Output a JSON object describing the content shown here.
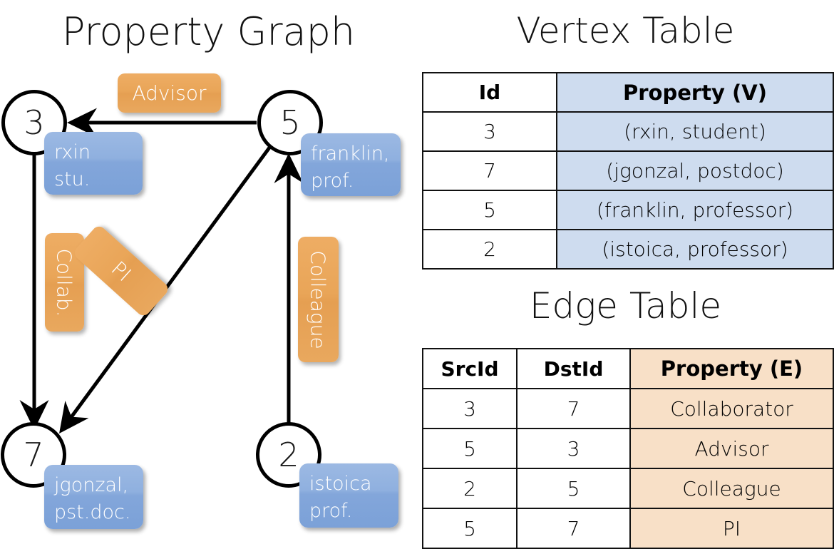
{
  "titles": {
    "property_graph": "Property Graph",
    "vertex_table": "Vertex Table",
    "edge_table": "Edge Table"
  },
  "graph": {
    "nodes": [
      {
        "id": "3",
        "label": "3",
        "property_lines": [
          "rxin",
          "stu."
        ]
      },
      {
        "id": "5",
        "label": "5",
        "property_lines": [
          "franklin,",
          "prof."
        ]
      },
      {
        "id": "7",
        "label": "7",
        "property_lines": [
          "jgonzal,",
          "pst.doc."
        ]
      },
      {
        "id": "2",
        "label": "2",
        "property_lines": [
          "istoica",
          "prof."
        ]
      }
    ],
    "edges": [
      {
        "src": "5",
        "dst": "3",
        "label": "Advisor"
      },
      {
        "src": "3",
        "dst": "7",
        "label": "Collab."
      },
      {
        "src": "5",
        "dst": "7",
        "label": "PI"
      },
      {
        "src": "2",
        "dst": "5",
        "label": "Colleague"
      }
    ],
    "colors": {
      "vertex_box": "#8fb0df",
      "edge_label_box": "#e9a558",
      "node_stroke": "#000000",
      "edge_stroke": "#000000"
    }
  },
  "vertex_table": {
    "headers": [
      "Id",
      "Property (V)"
    ],
    "rows": [
      {
        "id": "3",
        "property": "(rxin, student)"
      },
      {
        "id": "7",
        "property": "(jgonzal, postdoc)"
      },
      {
        "id": "5",
        "property": "(franklin, professor)"
      },
      {
        "id": "2",
        "property": "(istoica, professor)"
      }
    ],
    "header_fill": "#cedcef"
  },
  "edge_table": {
    "headers": [
      "SrcId",
      "DstId",
      "Property (E)"
    ],
    "rows": [
      {
        "src": "3",
        "dst": "7",
        "property": "Collaborator"
      },
      {
        "src": "5",
        "dst": "3",
        "property": "Advisor"
      },
      {
        "src": "2",
        "dst": "5",
        "property": "Colleague"
      },
      {
        "src": "5",
        "dst": "7",
        "property": "PI"
      }
    ],
    "header_fill": "#f8e0c7"
  }
}
